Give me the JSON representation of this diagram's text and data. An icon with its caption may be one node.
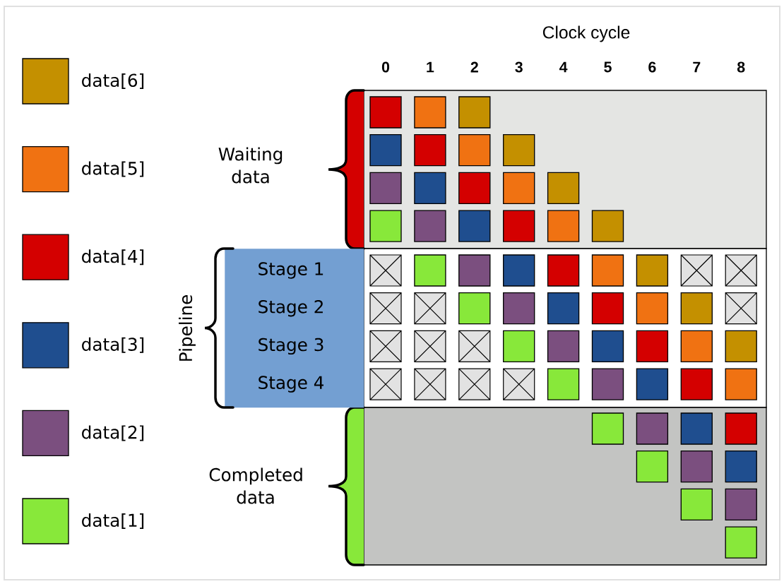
{
  "diagram": {
    "nodes": [
      {
        "text": [
          "Stage 1",
          "Stage 2",
          "Stage 3",
          "Stage 4"
        ]
      }
    ],
    "labels": [
      "Clock cycle",
      "0",
      "1",
      "2",
      "3",
      "4",
      "5",
      "6",
      "7",
      "8",
      "Waiting data",
      "Pipeline",
      "Completed data"
    ],
    "legend": [
      {
        "text": "data[6]",
        "color": "#c49000"
      },
      {
        "text": "data[5]",
        "color": "#f07212"
      },
      {
        "text": "data[4]",
        "color": "#d40000"
      },
      {
        "text": "data[3]",
        "color": "#1f4e8f"
      },
      {
        "text": "data[2]",
        "color": "#7b4f7f"
      },
      {
        "text": "data[1]",
        "color": "#88e83a"
      }
    ]
  }
}
